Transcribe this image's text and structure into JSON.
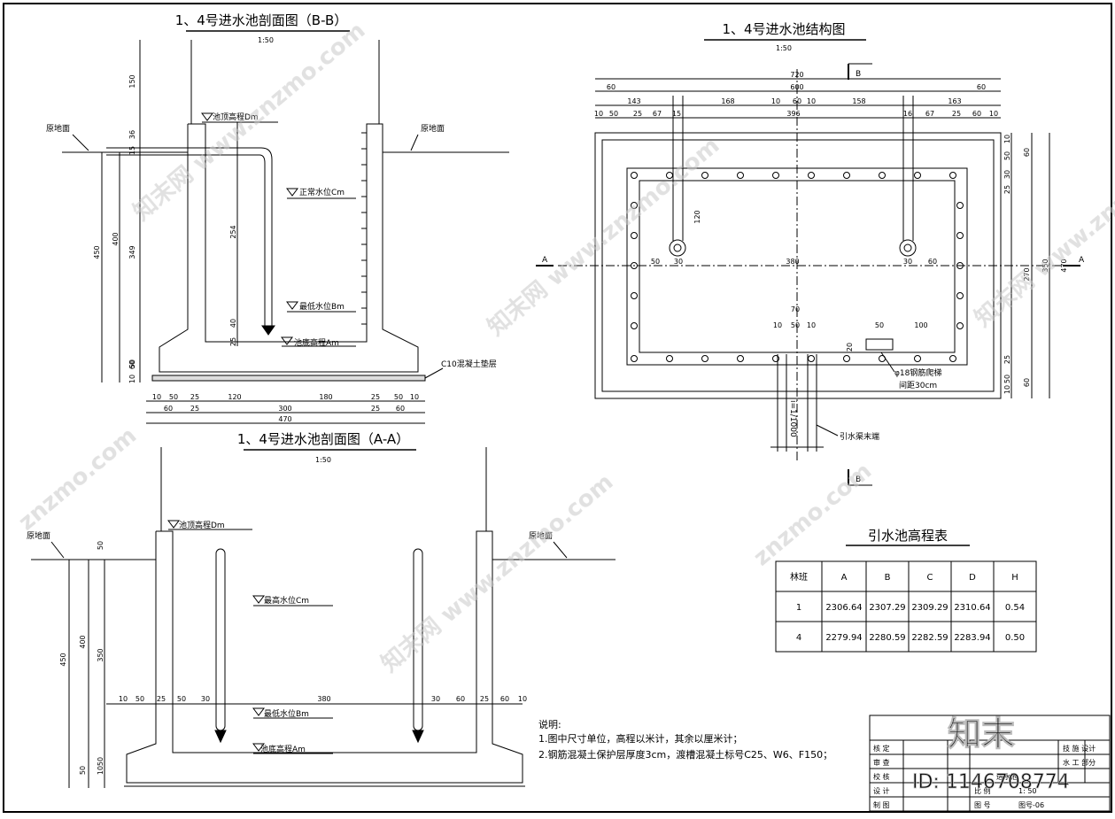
{
  "bb_section": {
    "title": "1、4号进水池剖面图（B-B）",
    "scale": "1:50",
    "labels": {
      "top": "池顶高程Dm",
      "normal": "正常水位Cm",
      "low": "最低水位Bm",
      "bottom": "池底高程Am",
      "ground_left": "原地面",
      "ground_right": "原地面",
      "cushion": "C10混凝土垫层"
    },
    "vdims": [
      "150",
      "36",
      "15",
      "400",
      "450",
      "349",
      "254",
      "40",
      "25",
      "60",
      "50",
      "10"
    ],
    "hdims_top": [
      "10",
      "50",
      "25",
      "120",
      "180",
      "25",
      "50",
      "10"
    ],
    "hdims_mid": [
      "60",
      "25",
      "300",
      "25",
      "60"
    ],
    "hdims_total": "470"
  },
  "aa_section": {
    "title": "1、4号进水池剖面图（A-A）",
    "scale": "1:50",
    "labels": {
      "top": "池顶高程Dm",
      "high": "最高水位Cm",
      "low": "最低水位Bm",
      "bottom": "池底高程Am",
      "ground_left": "原地面",
      "ground_right": "原地面"
    },
    "vdims": [
      "50",
      "400",
      "450",
      "350",
      "50",
      "10",
      "50"
    ],
    "hdims": [
      "10",
      "50",
      "25",
      "50",
      "30",
      "380",
      "30",
      "60",
      "25",
      "60",
      "10"
    ]
  },
  "plan": {
    "title": "1、4号进水池结构图",
    "scale": "1:50",
    "section_marks": {
      "a_left": "A",
      "a_right": "A",
      "b_top": "B",
      "b_bottom": "B"
    },
    "top_dims_1": [
      "720"
    ],
    "top_dims_2": [
      "60",
      "600",
      "60"
    ],
    "top_dims_3": [
      "143",
      "168",
      "10",
      "60",
      "10",
      "158",
      "163"
    ],
    "top_dims_4": [
      "10",
      "50",
      "25",
      "67",
      "15",
      "396",
      "16",
      "67",
      "25",
      "60",
      "10"
    ],
    "inner_dims": [
      "120",
      "50",
      "30",
      "380",
      "30",
      "60",
      "70",
      "10",
      "50",
      "10",
      "50",
      "100",
      "20"
    ],
    "right_dims": [
      "10",
      "50",
      "60",
      "30",
      "25",
      "270",
      "350",
      "470",
      "25",
      "10",
      "50",
      "60"
    ],
    "labels": {
      "rebar": "φ18钢筋爬梯",
      "rebar_spacing": "间距30cm",
      "channel": "引水渠末端",
      "slope": "i=1/1000"
    }
  },
  "table": {
    "title": "引水池高程表",
    "headers": [
      "林班",
      "A",
      "B",
      "C",
      "D",
      "H"
    ],
    "rows": [
      [
        "1",
        "2306.64",
        "2307.29",
        "2309.29",
        "2310.64",
        "0.54"
      ],
      [
        "4",
        "2279.94",
        "2280.59",
        "2282.59",
        "2283.94",
        "0.50"
      ]
    ]
  },
  "notes": {
    "title": "说明:",
    "items": [
      "1.图中尺寸单位，高程以米计，其余以厘米计；",
      "2.钢筋混凝土保护层厚度3cm，渡槽混凝土标号C25、W6、F150；"
    ]
  },
  "title_block": {
    "rows": [
      "核 定",
      "审 查",
      "校 核",
      "设 计",
      "制 图"
    ],
    "right": [
      "技 施  设计",
      "水 工  部分"
    ],
    "cells": [
      "进水池",
      "比 例",
      "1: 50",
      "图 号",
      "图号-06"
    ]
  },
  "watermarks": [
    "znzmo.com",
    "知末网 www.znzmo.com"
  ],
  "brand": {
    "logo": "知末",
    "id": "ID: 1146708774"
  }
}
